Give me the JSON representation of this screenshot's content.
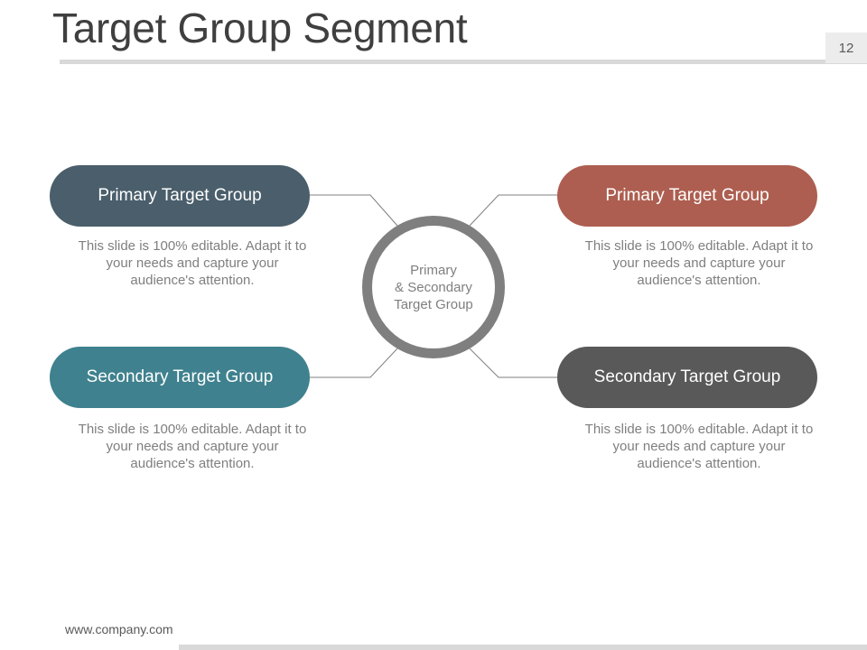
{
  "slide": {
    "title": "Target Group Segment",
    "page_number": "12",
    "footer": "www.company.com"
  },
  "colors": {
    "slate": "#4a5e6b",
    "terracotta": "#ad5e50",
    "teal": "#3f818e",
    "charcoal": "#595959",
    "ring": "#7f7f7f",
    "connector": "#7f7f7f"
  },
  "center": {
    "lines": [
      "Primary",
      "& Secondary",
      "Target Group"
    ]
  },
  "groups": [
    {
      "label": "Primary Target Group",
      "description": "This slide is 100% editable. Adapt it to your needs and capture your audience's attention."
    },
    {
      "label": "Primary Target Group",
      "description": "This slide is 100% editable. Adapt it to your needs and capture your audience's attention."
    },
    {
      "label": "Secondary Target Group",
      "description": "This slide is 100% editable. Adapt it to your needs and capture your audience's attention."
    },
    {
      "label": "Secondary Target Group",
      "description": "This slide is 100% editable. Adapt it to your needs and capture your audience's attention."
    }
  ]
}
